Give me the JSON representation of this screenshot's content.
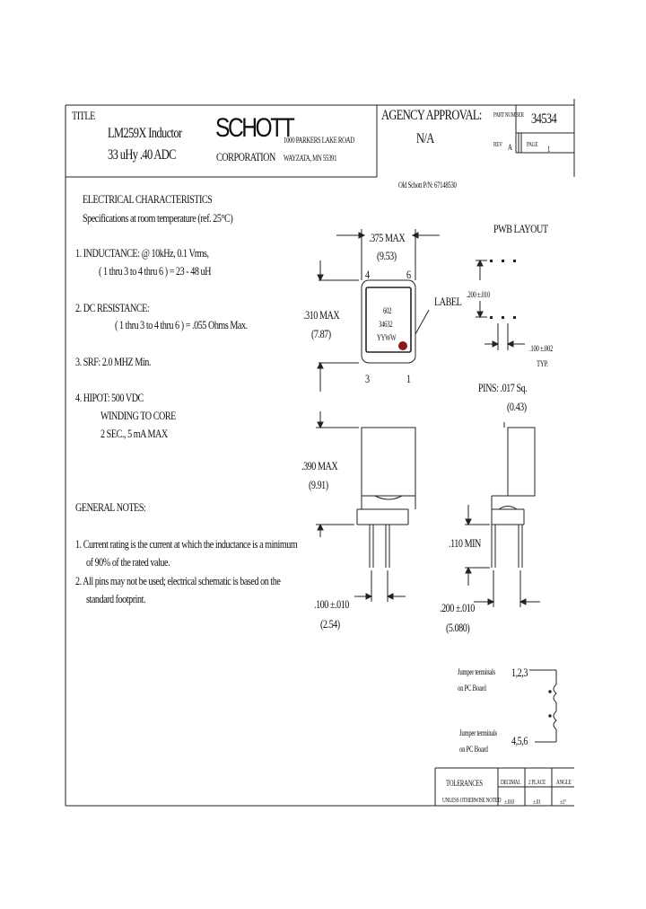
{
  "title_block": {
    "title_label": "TITLE",
    "product_line1": "LM259X Inductor",
    "product_line2": "33 uHy  .40 ADC",
    "logo_text": "SCHOTT",
    "company": "CORPORATION",
    "address_line1": "1000 PARKERS LAKE ROAD",
    "address_line2": "WAYZATA, MN  55391",
    "agency_label": "AGENCY APPROVAL:",
    "agency_value": "N/A",
    "part_number_label": "PART NUMBER",
    "part_number": "34534",
    "rev_label": "REV",
    "rev_value": "A",
    "page_label": "PAGE",
    "page_value": "1",
    "old_part": "Old Schott P/N: 67148530"
  },
  "electrical": {
    "heading": "ELECTRICAL CHARACTERISTICS",
    "subheading": "Specifications at room temperature (ref. 25°C)",
    "item1_a": "1.  INDUCTANCE: @ 10kHz, 0.1 Vrms,",
    "item1_b": "( 1 thru 3  to  4 thru 6 ) = 23 - 48 uH",
    "item2_a": "2.  DC RESISTANCE:",
    "item2_b": "( 1 thru 3  to  4 thru 6 ) = .055 Ohms Max.",
    "item3": "3.  SRF:  2.0 MHZ    Min.",
    "item4_a": "4. HIPOT: 500 VDC",
    "item4_b": "WINDING TO CORE",
    "item4_c": "2 SEC., 5 mA MAX"
  },
  "notes": {
    "heading": "GENERAL NOTES:",
    "note1_a": "1.  Current rating is the current at which the inductance is a minimum",
    "note1_b": "of 90% of the rated value.",
    "note2_a": "2.  All pins may not be used; electrical schematic is based on the",
    "note2_b": "standard footprint."
  },
  "dims": {
    "width": ".375 MAX",
    "width_mm": "(9.53)",
    "depth": ".310 MAX",
    "depth_mm": "(7.87)",
    "height": ".390 MAX",
    "height_mm": "(9.91)",
    "pin_spacing": ".100 ±.010",
    "pin_spacing_mm": "(2.54)",
    "row_spacing": ".200 ±.010",
    "row_spacing_mm": "(5.080)",
    "standoff": ".110 MIN",
    "pins": "PINS: .017 Sq.",
    "pins_mm": "(0.43)",
    "pwb_title": "PWB LAYOUT",
    "pwb_spacing": ".200 ±.010",
    "pwb_hole": ".100 ±.002",
    "pwb_typ": "TYP.",
    "label_callout": "LABEL",
    "pin4": "4",
    "pin6": "6",
    "pin3": "3",
    "pin1": "1",
    "label_line1": "602",
    "label_line2": "34632",
    "label_line3": "YYWW"
  },
  "schematic": {
    "top_note_a": "Jumper terminals",
    "top_note_b": "on PC Board",
    "top_pins": "1,2,3",
    "bottom_note_a": "Jumper terminals",
    "bottom_note_b": "on PC Board",
    "bottom_pins": "4,5,6"
  },
  "tolerance_block": {
    "label_a": "TOLERANCES",
    "label_b": "UNLESS OTHERWISE NOTED",
    "col1": "DECIMAL",
    "col2": "2 PLACE",
    "col3": "ANGLE",
    "val1": "±.010",
    "val2": "±.01",
    "val3": "±1°"
  }
}
